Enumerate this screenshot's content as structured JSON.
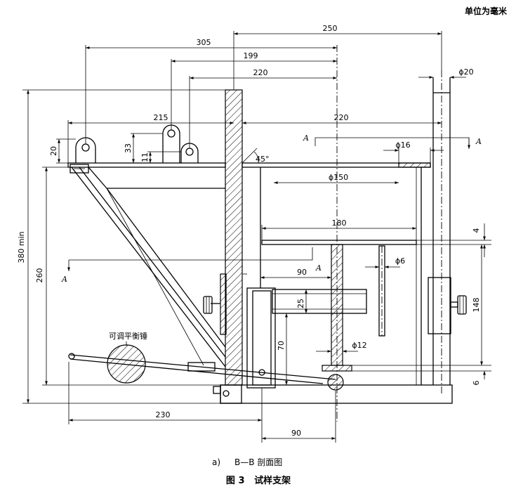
{
  "unit_note": "单位为毫米",
  "caption": {
    "sub_label": "a)",
    "sub_title": "B—B 剖面图",
    "figure_title": "图 3   试样支架"
  },
  "callout": "可调平衡锤",
  "section_marks": [
    "A",
    "A",
    "A",
    "A"
  ],
  "dimensions": {
    "d250": "250",
    "d305": "305",
    "d199": "199",
    "d220_top": "220",
    "d215": "215",
    "d220_mid": "220",
    "phi20": "ϕ20",
    "phi16": "ϕ16",
    "phi150": "ϕ150",
    "d180": "180",
    "phi6": "ϕ6",
    "d90_mid": "90",
    "d25": "25",
    "d70": "70",
    "phi12": "ϕ12",
    "d148": "148",
    "d4": "4",
    "d6": "6",
    "d20": "20",
    "d33": "33",
    "d11": "11",
    "angle45": "45°",
    "d380": "380 min",
    "d260": "260",
    "d230": "230",
    "d90_bot": "90"
  }
}
